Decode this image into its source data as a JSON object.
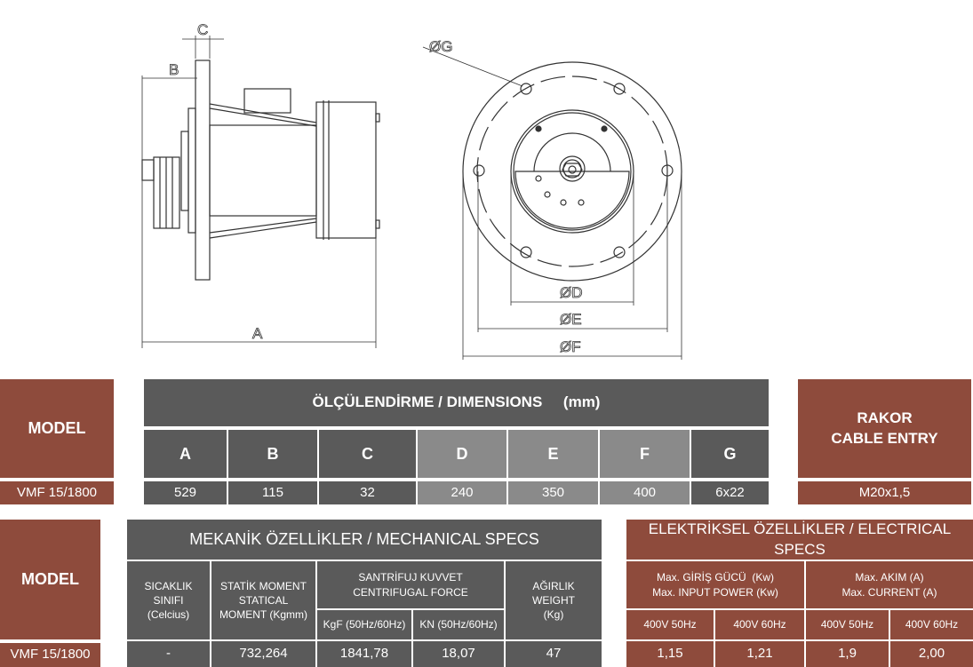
{
  "drawing": {
    "labels": {
      "A": "A",
      "B": "B",
      "C": "C",
      "D": "ØD",
      "E": "ØE",
      "F": "ØF",
      "G": "ØG"
    }
  },
  "dimensions_table": {
    "model_header": "MODEL",
    "title": "ÖLÇÜLENDİRME / DIMENSIONS     (mm)",
    "columns": [
      "A",
      "B",
      "C",
      "D",
      "E",
      "F",
      "G"
    ],
    "model": "VMF 15/1800",
    "values": [
      "529",
      "115",
      "32",
      "240",
      "350",
      "400",
      "6x22"
    ],
    "cable_entry_header_1": "RAKOR",
    "cable_entry_header_2": "CABLE ENTRY",
    "cable_entry_value": "M20x1,5"
  },
  "mechanical_table": {
    "model_header": "MODEL",
    "title": "MEKANİK ÖZELLİKLER / MECHANICAL SPECS",
    "temp_class": "SICAKLIK SINIFI (Celcius)",
    "static_moment": "STATİK MOMENT STATICAL MOMENT (Kgmm)",
    "centrifugal": "SANTRİFUJ KUVVET CENTRIFUGAL FORCE",
    "kgf": "KgF (50Hz/60Hz)",
    "kn": "KN (50Hz/60Hz)",
    "weight": "AĞIRLIK WEIGHT (Kg)",
    "model": "VMF 15/1800",
    "values": {
      "temp": "-",
      "moment": "732,264",
      "kgf": "1841,78",
      "kn": "18,07",
      "weight": "47"
    }
  },
  "electrical_table": {
    "title": "ELEKTRİKSEL ÖZELLİKLER / ELECTRICAL SPECS",
    "power_tr": "Max. GİRİŞ GÜCÜ  (Kw)",
    "power_en": "Max. INPUT POWER (Kw)",
    "current_tr": "Max. AKIM (A)",
    "current_en": "Max. CURRENT (A)",
    "freqs": [
      "400V 50Hz",
      "400V 60Hz",
      "400V 50Hz",
      "400V 60Hz"
    ],
    "values": [
      "1,15",
      "1,21",
      "1,9",
      "2,00"
    ]
  },
  "colors": {
    "brown": "#8e4b3c",
    "dark_gray": "#5a5a5a",
    "light_gray": "#8a8a8a"
  }
}
